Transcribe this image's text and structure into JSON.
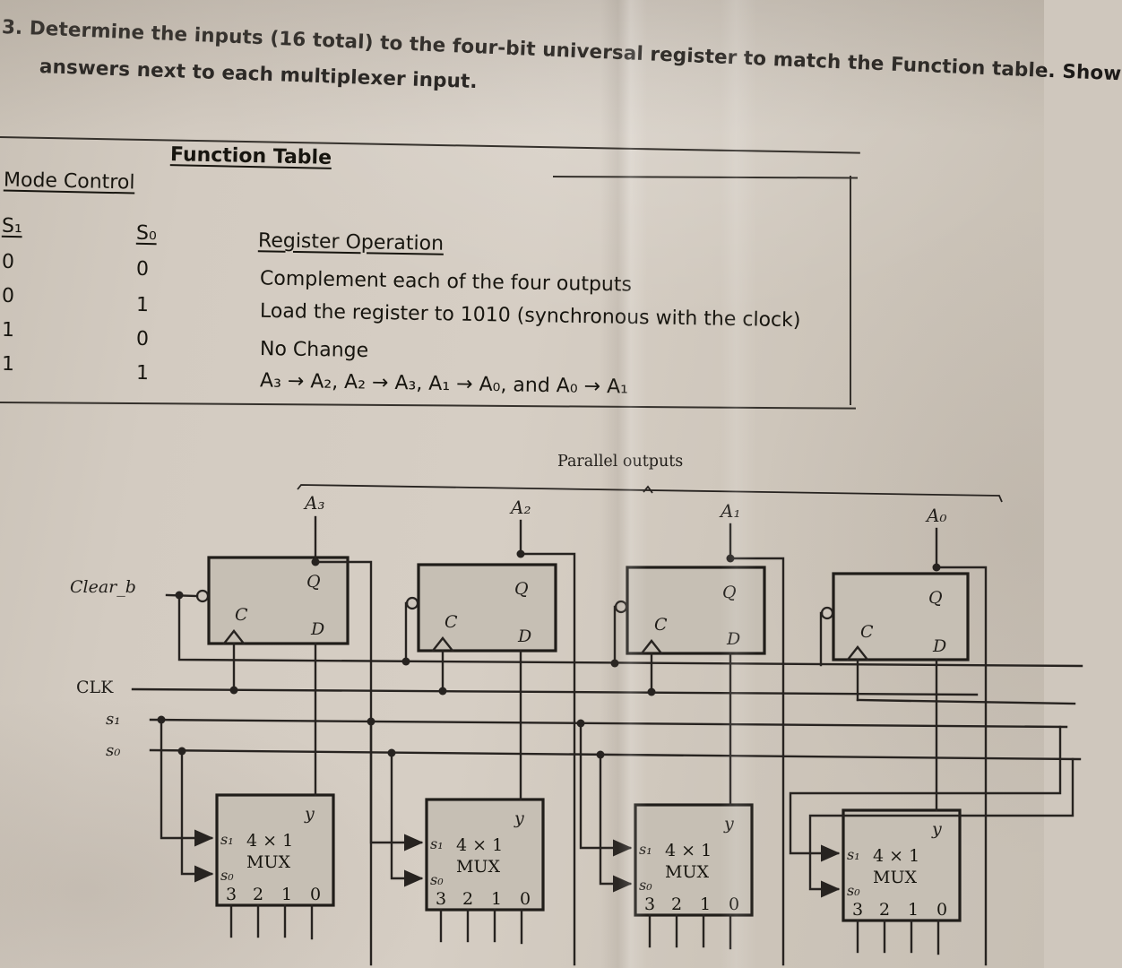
{
  "question": {
    "number": "3.",
    "line1": "3. Determine the inputs (16 total) to the four-bit universal register to match the Function table. Show",
    "line2": "answers next to each multiplexer input.",
    "line1_visible": "3. Determine the inputs (16 total) to the four-bit universal register to match the Function table. Show",
    "line2_visible": "answers next to each multiplexer input."
  },
  "function_table": {
    "title": "Function Table",
    "mode_control_label": "Mode Control",
    "columns": [
      "S₁",
      "S₀",
      "Register Operation"
    ],
    "rows": [
      {
        "s1": "0",
        "s0": "0",
        "operation": "Complement each of the four outputs"
      },
      {
        "s1": "0",
        "s0": "1",
        "operation": "Load the register to 1010 (synchronous with the clock)"
      },
      {
        "s1": "1",
        "s0": "0",
        "operation": "No Change"
      },
      {
        "s1": "1",
        "s0": "1",
        "operation": "A₃ → A₂, A₂ → A₃, A₁ → A₀, and A₀ → A₁"
      }
    ]
  },
  "circuit": {
    "parallel_outputs_label": "Parallel outputs",
    "output_labels": [
      "A₃",
      "A₂",
      "A₁",
      "A₀"
    ],
    "input_labels": {
      "clear": "Clear_b",
      "clk": "CLK",
      "s1": "s₁",
      "s0": "s₀"
    },
    "flipflops": [
      {
        "name": "ff-a3",
        "q": "Q",
        "c": "C",
        "d": "D"
      },
      {
        "name": "ff-a2",
        "q": "Q",
        "c": "C",
        "d": "D"
      },
      {
        "name": "ff-a1",
        "q": "Q",
        "c": "C",
        "d": "D"
      },
      {
        "name": "ff-a0",
        "q": "Q",
        "c": "C",
        "d": "D"
      }
    ],
    "muxes": [
      {
        "name": "mux-a3",
        "type": "4 × 1",
        "label": "MUX",
        "y": "y",
        "sel": [
          "s₁",
          "s₀"
        ],
        "inputs": [
          "3",
          "2",
          "1",
          "0"
        ]
      },
      {
        "name": "mux-a2",
        "type": "4 × 1",
        "label": "MUX",
        "y": "y",
        "sel": [
          "s₁",
          "s₀"
        ],
        "inputs": [
          "3",
          "2",
          "1",
          "0"
        ]
      },
      {
        "name": "mux-a1",
        "type": "4 × 1",
        "label": "MUX",
        "y": "y",
        "sel": [
          "s₁",
          "s₀"
        ],
        "inputs": [
          "3",
          "2",
          "1",
          "0"
        ]
      },
      {
        "name": "mux-a0",
        "type": "4 × 1",
        "label": "MUX",
        "y": "y",
        "sel": [
          "s₁",
          "s₀"
        ],
        "inputs": [
          "3",
          "2",
          "1",
          "0"
        ]
      }
    ]
  },
  "colors": {
    "paper": "#cfc7bd",
    "ink": "#1c1a18",
    "line": "#35312c",
    "box_fill": "#c6bfb4"
  }
}
